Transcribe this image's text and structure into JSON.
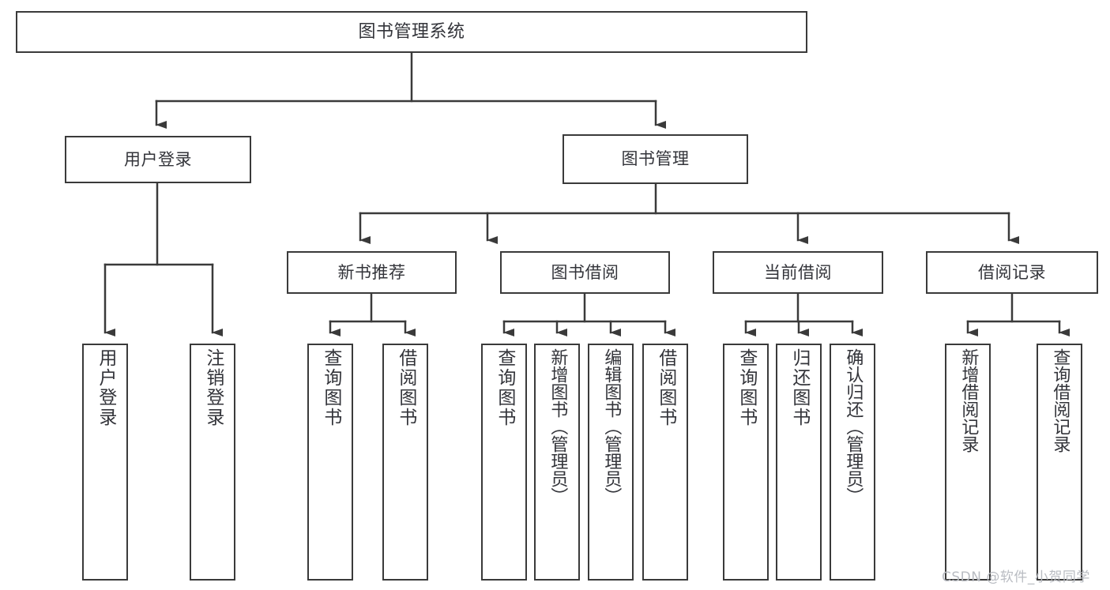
{
  "diagram": {
    "title": "图书管理系统",
    "type": "tree-hierarchy",
    "watermark": "CSDN @软件_小贺同学",
    "colors": {
      "stroke": "#3a3a3a",
      "text": "#33343a",
      "background": "#ffffff",
      "watermark": "#b9bcc2"
    }
  },
  "nodes": {
    "root": {
      "label": "图书管理系统"
    },
    "level1": [
      {
        "label": "用户登录"
      },
      {
        "label": "图书管理"
      }
    ],
    "level2": [
      {
        "label": "新书推荐"
      },
      {
        "label": "图书借阅"
      },
      {
        "label": "当前借阅"
      },
      {
        "label": "借阅记录"
      }
    ],
    "leaves_user_login": [
      {
        "label": "用户登录"
      },
      {
        "label": "注销登录"
      }
    ],
    "leaves_new_books": [
      {
        "label": "查询图书"
      },
      {
        "label": "借阅图书"
      }
    ],
    "leaves_borrow": [
      {
        "label": "查询图书"
      },
      {
        "label": "新增图书（管理员）"
      },
      {
        "label": "编辑图书（管理员）"
      },
      {
        "label": "借阅图书"
      }
    ],
    "leaves_current": [
      {
        "label": "查询图书"
      },
      {
        "label": "归还图书"
      },
      {
        "label": "确认归还（管理员）"
      }
    ],
    "leaves_records": [
      {
        "label": "新增借阅记录"
      },
      {
        "label": "查询借阅记录"
      }
    ]
  }
}
